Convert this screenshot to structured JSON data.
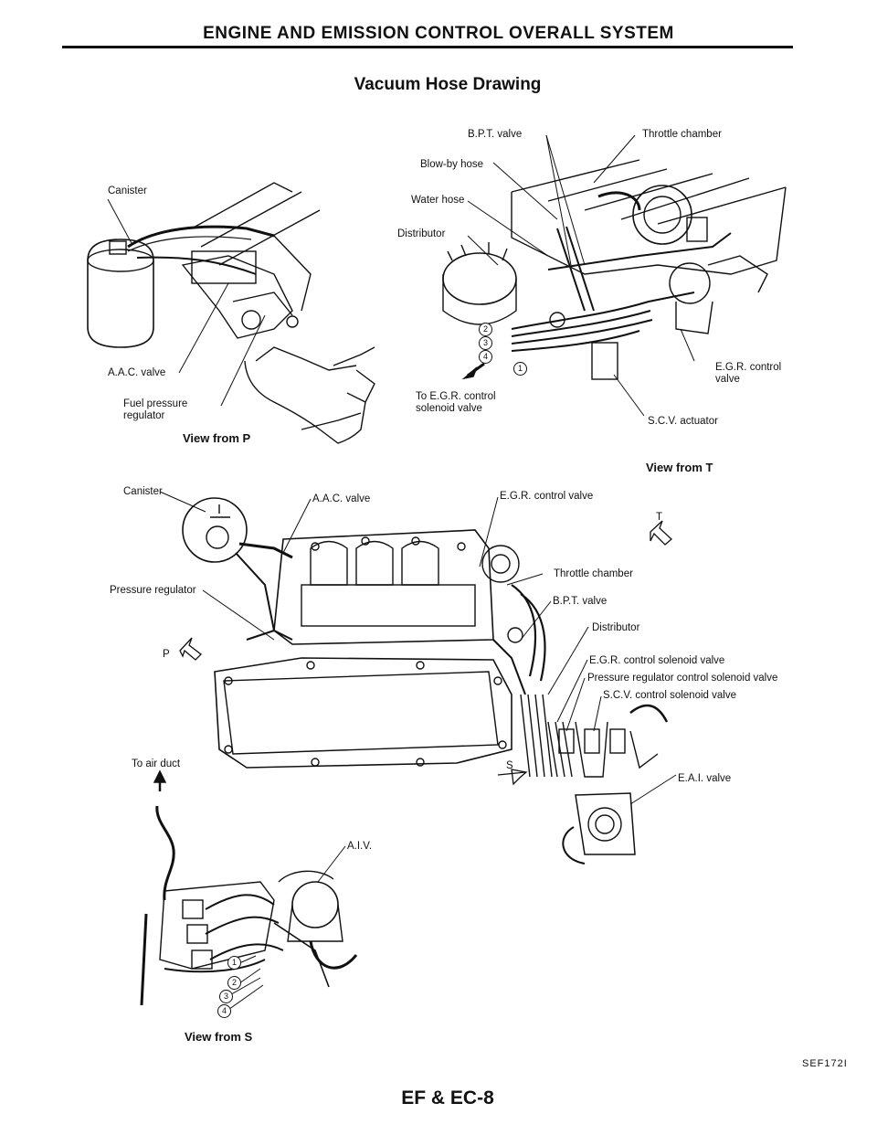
{
  "header": {
    "section_title": "ENGINE AND EMISSION CONTROL OVERALL SYSTEM",
    "drawing_title": "Vacuum Hose Drawing"
  },
  "view_p": {
    "caption": "View from P",
    "labels": {
      "canister": "Canister",
      "aac_valve": "A.A.C. valve",
      "fuel_pressure_regulator_1": "Fuel pressure",
      "fuel_pressure_regulator_2": "regulator"
    }
  },
  "view_t": {
    "caption": "View from T",
    "labels": {
      "bpt_valve": "B.P.T. valve",
      "throttle_chamber": "Throttle chamber",
      "blowby_hose": "Blow-by hose",
      "water_hose": "Water hose",
      "distributor": "Distributor",
      "egr_control_valve_1": "E.G.R. control",
      "egr_control_valve_2": "valve",
      "to_egr_solenoid_1": "To E.G.R. control",
      "to_egr_solenoid_2": "solenoid valve",
      "scv_actuator": "S.C.V. actuator"
    },
    "hose_numbers": [
      "2",
      "3",
      "4",
      "1"
    ]
  },
  "main_view": {
    "labels": {
      "canister": "Canister",
      "aac_valve": "A.A.C. valve",
      "egr_control_valve": "E.G.R. control valve",
      "pressure_regulator": "Pressure regulator",
      "throttle_chamber": "Throttle chamber",
      "bpt_valve": "B.P.T. valve",
      "distributor": "Distributor",
      "egr_control_solenoid_valve": "E.G.R. control solenoid valve",
      "pressure_regulator_control_solenoid_valve": "Pressure regulator control solenoid valve",
      "scv_control_solenoid_valve": "S.C.V. control solenoid valve",
      "eai_valve": "E.A.I. valve",
      "to_air_duct": "To air duct"
    },
    "arrow_labels": {
      "t": "T",
      "p": "P",
      "s": "S"
    }
  },
  "view_s": {
    "caption": "View from S",
    "labels": {
      "aiv": "A.I.V."
    },
    "hose_numbers": [
      "1",
      "2",
      "3",
      "4"
    ]
  },
  "footer": {
    "figure_code": "SEF172I",
    "page_number": "EF & EC-8"
  }
}
